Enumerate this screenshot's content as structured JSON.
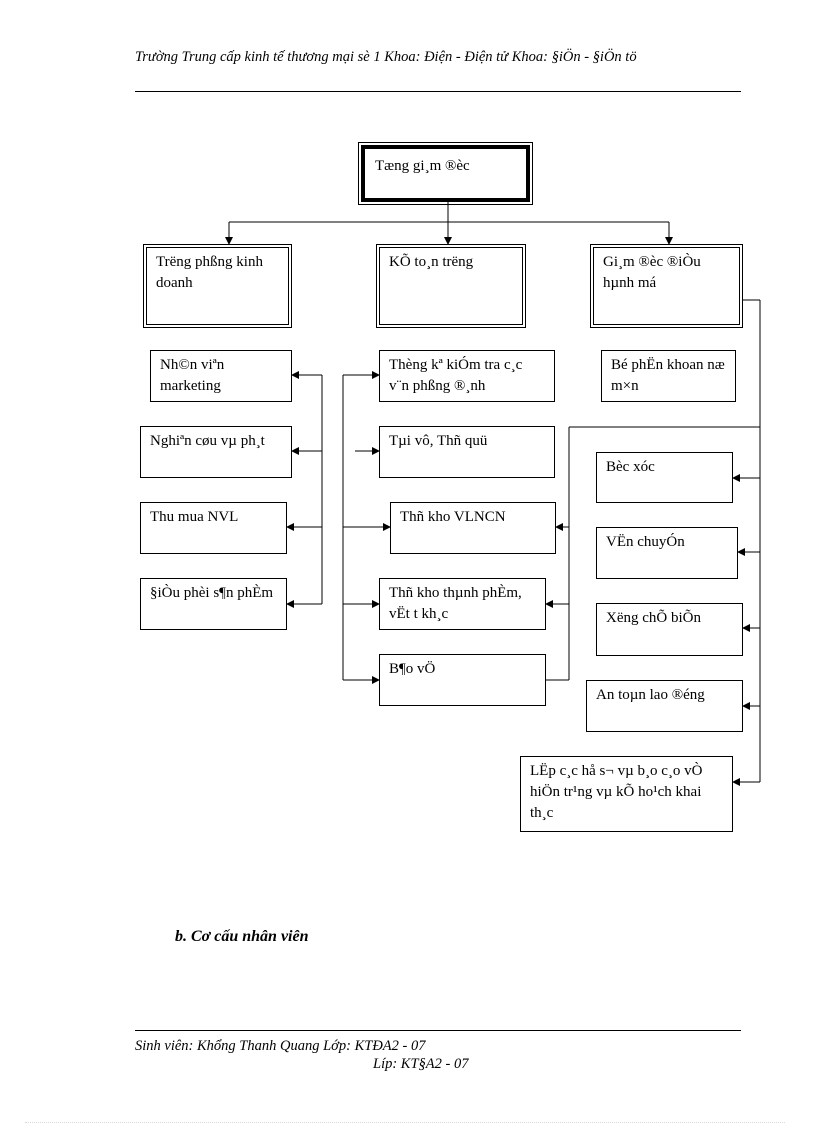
{
  "header": {
    "text": "Trường Trung cấp kinh tế thương mại sè 1 Khoa: Điện - Điện tử   Khoa: §iÖn - §iÖn tö"
  },
  "org_chart": {
    "top": "Tæng gi¸m ®èc",
    "level2": {
      "left": "Tr­ëng  phßng kinh doanh",
      "center": "KÕ to¸n tr­ëng",
      "right": "Gi¸m ®èc ®iÒu hµnh má"
    },
    "left_column": [
      "Nh©n viªn marketing",
      "Nghiªn cøu vµ ph¸t",
      "Thu mua NVL",
      "§iÒu phèi s¶n phÈm"
    ],
    "center_column": [
      "Thèng kª kiÓm tra c¸c v¨n phßng ®¸nh",
      "Tµi vô, Thñ quü",
      "Thñ kho VLNCN",
      "Thñ kho thµnh phÈm, vËt  t­  kh¸c",
      "B¶o vÖ"
    ],
    "right_top": "Bé phËn khoan næ m×n",
    "right_column": [
      "Bèc xóc",
      "VËn chuyÓn",
      "X­ëng  chÕ biÕn",
      "An toµn lao ®éng",
      "LËp c¸c hå s¬ vµ b¸o c¸o vÒ hiÖn tr¹ng vµ kÕ ho¹ch khai th¸c"
    ]
  },
  "section_title": "b. Cơ cấu nhân viên",
  "footer": {
    "line1": "Sinh viên: Khổng Thanh Quang Lớp: KTĐA2 - 07",
    "line2": "Líp: KT§A2 - 07"
  }
}
